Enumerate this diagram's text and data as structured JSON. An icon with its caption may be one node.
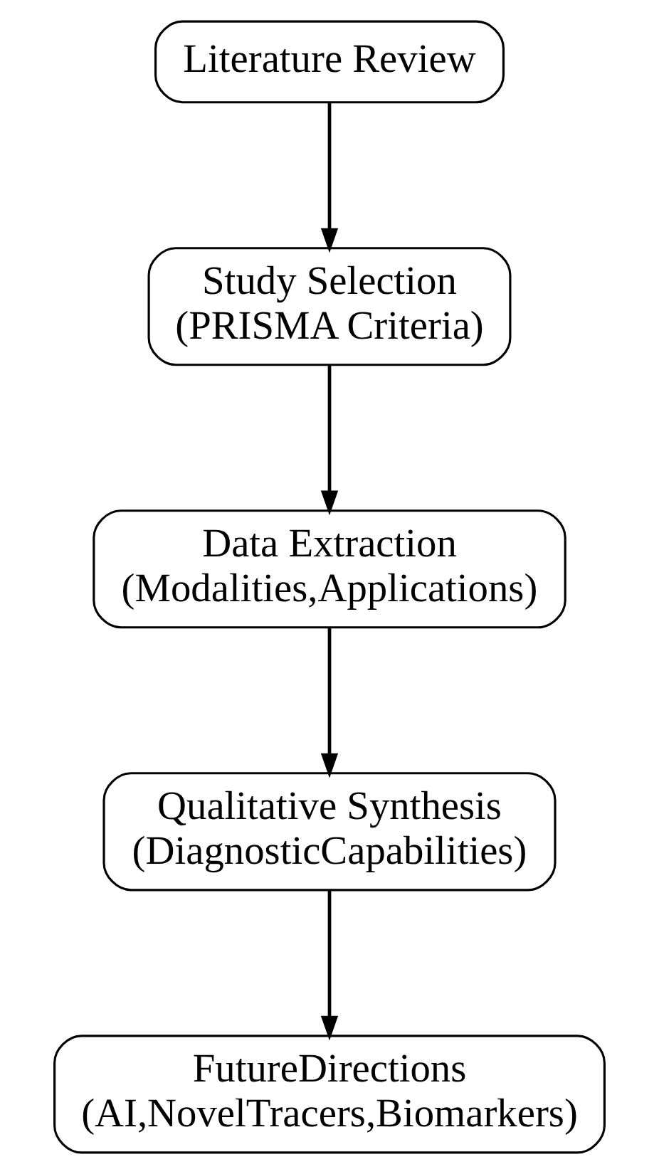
{
  "diagram": {
    "nodes": [
      {
        "text": [
          "Literature Review"
        ]
      },
      {
        "text": [
          "Study Selection",
          "(PRISMA Criteria)"
        ]
      },
      {
        "text": [
          "Data Extraction",
          "(Modalities,Applications)"
        ]
      },
      {
        "text": [
          "Qualitative Synthesis",
          "(DiagnosticCapabilities)"
        ]
      },
      {
        "text": [
          "FutureDirections",
          "(AI,NovelTracers,Biomarkers)"
        ]
      }
    ],
    "edges": [
      {
        "from": 0,
        "to": 1,
        "arrow": "to"
      },
      {
        "from": 1,
        "to": 2,
        "arrow": "to"
      },
      {
        "from": 2,
        "to": 3,
        "arrow": "to"
      },
      {
        "from": 3,
        "to": 4,
        "arrow": "to"
      }
    ]
  }
}
